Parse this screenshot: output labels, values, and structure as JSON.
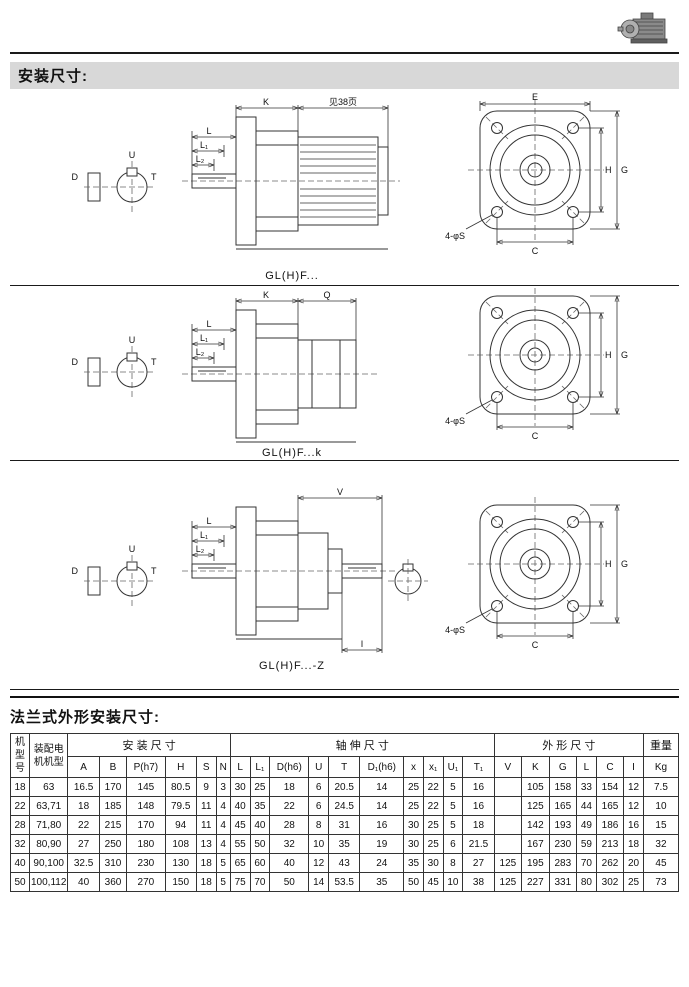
{
  "header": {
    "title": "安装尺寸:",
    "section2_title": "法兰式外形安装尺寸:"
  },
  "drawings": [
    {
      "caption": "GL(H)F...",
      "dim_top1": "K",
      "dim_top2": "见38页",
      "dims_left": [
        "L",
        "L₁",
        "L₂"
      ],
      "detail_labels": {
        "u": "U",
        "t": "T",
        "d": "D"
      },
      "front": {
        "top": "E",
        "inner_v": "H",
        "outer_v": "G",
        "bottom": "C",
        "holes_note": "4-φS"
      }
    },
    {
      "caption": "GL(H)F...k",
      "dim_top1": "K",
      "dim_top2": "Q",
      "dims_left": [
        "L",
        "L₁",
        "L₂"
      ],
      "detail_labels": {
        "u": "U",
        "t": "T",
        "d": "D"
      },
      "front": {
        "inner_v": "H",
        "outer_v": "G",
        "bottom": "C",
        "holes_note": "4-φS"
      }
    },
    {
      "caption": "GL(H)F...-Z",
      "dim_top1": "V",
      "dim_bottom": "I",
      "dims_left": [
        "L",
        "L₁",
        "L₂"
      ],
      "detail_labels": {
        "u": "U",
        "t": "T",
        "d": "D"
      },
      "front": {
        "inner_v": "H",
        "outer_v": "G",
        "bottom": "C",
        "holes_note": "4-φS"
      }
    }
  ],
  "table": {
    "groups": {
      "model": "机型号",
      "motor": "装配电机机型",
      "install": "安 装 尺 寸",
      "shaft": "轴 伸 尺 寸",
      "outline": "外 形 尺 寸",
      "weight": "重量"
    },
    "columns": [
      "A",
      "B",
      "P(h7)",
      "H",
      "S",
      "N",
      "L",
      "L₁",
      "D(h6)",
      "U",
      "T",
      "D₁(h6)",
      "x",
      "x₁",
      "U₁",
      "T₁",
      "V",
      "K",
      "G",
      "L",
      "C",
      "I",
      "Kg"
    ],
    "rows": [
      {
        "model": "18",
        "motor": "63",
        "values": [
          "16.5",
          "170",
          "145",
          "80.5",
          "9",
          "3",
          "30",
          "25",
          "18",
          "6",
          "20.5",
          "14",
          "25",
          "22",
          "5",
          "16",
          "",
          "105",
          "158",
          "33",
          "154",
          "12",
          "7.5"
        ]
      },
      {
        "model": "22",
        "motor": "63,71",
        "values": [
          "18",
          "185",
          "148",
          "79.5",
          "11",
          "4",
          "40",
          "35",
          "22",
          "6",
          "24.5",
          "14",
          "25",
          "22",
          "5",
          "16",
          "",
          "125",
          "165",
          "44",
          "165",
          "12",
          "10"
        ]
      },
      {
        "model": "28",
        "motor": "71,80",
        "values": [
          "22",
          "215",
          "170",
          "94",
          "11",
          "4",
          "45",
          "40",
          "28",
          "8",
          "31",
          "16",
          "30",
          "25",
          "5",
          "18",
          "",
          "142",
          "193",
          "49",
          "186",
          "16",
          "15"
        ]
      },
      {
        "model": "32",
        "motor": "80,90",
        "values": [
          "27",
          "250",
          "180",
          "108",
          "13",
          "4",
          "55",
          "50",
          "32",
          "10",
          "35",
          "19",
          "30",
          "25",
          "6",
          "21.5",
          "",
          "167",
          "230",
          "59",
          "213",
          "18",
          "32"
        ]
      },
      {
        "model": "40",
        "motor": "90,100",
        "values": [
          "32.5",
          "310",
          "230",
          "130",
          "18",
          "5",
          "65",
          "60",
          "40",
          "12",
          "43",
          "24",
          "35",
          "30",
          "8",
          "27",
          "125",
          "195",
          "283",
          "70",
          "262",
          "20",
          "45"
        ]
      },
      {
        "model": "50",
        "motor": "100,112",
        "values": [
          "40",
          "360",
          "270",
          "150",
          "18",
          "5",
          "75",
          "70",
          "50",
          "14",
          "53.5",
          "35",
          "50",
          "45",
          "10",
          "38",
          "125",
          "227",
          "331",
          "80",
          "302",
          "25",
          "73"
        ]
      }
    ]
  }
}
